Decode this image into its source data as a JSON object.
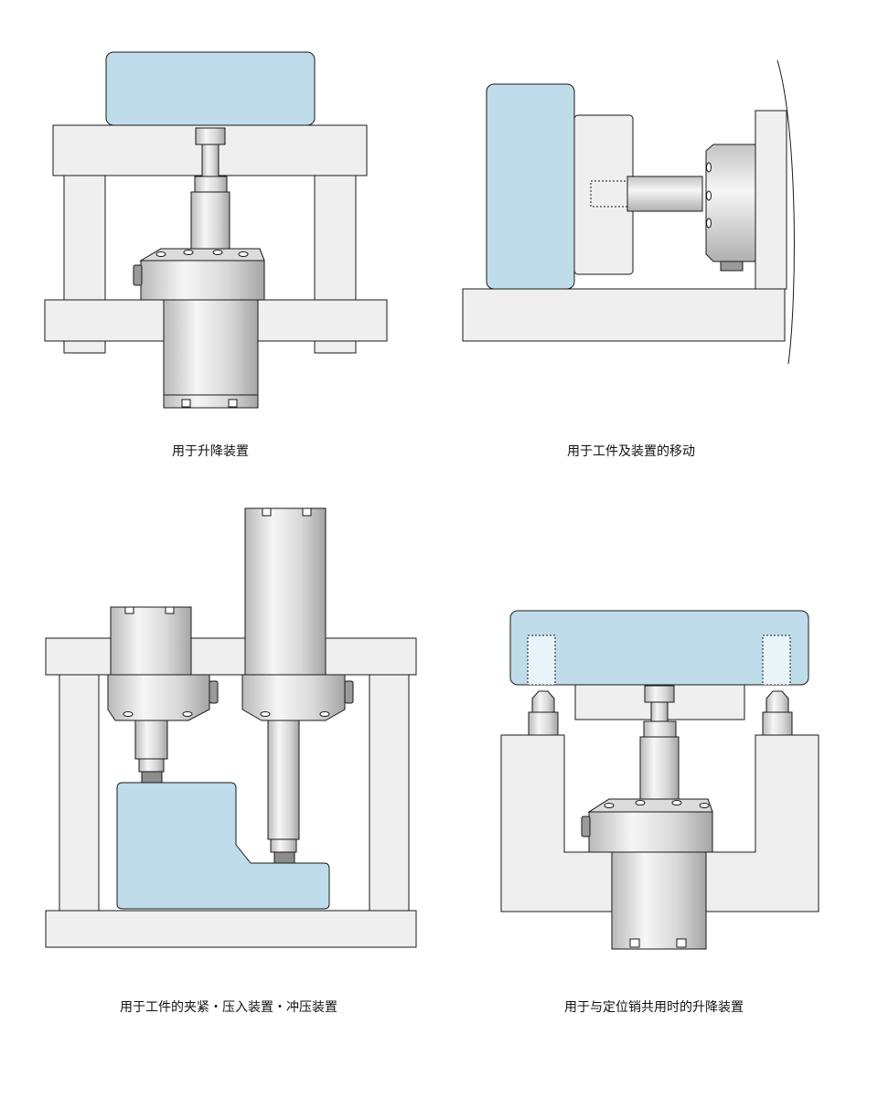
{
  "colors": {
    "workpiece": "#bfdcea",
    "frame": "#efefef",
    "outline": "#1a1a1a",
    "metal_light": "#f2f2f2",
    "metal_dark": "#a8a8a8"
  },
  "captions": {
    "p1": "用于升降装置",
    "p2": "用于工件及装置的移动",
    "p3": "用于工件的夹紧・压入装置・冲压装置",
    "p4": "用于与定位销共用时的升降装置"
  }
}
